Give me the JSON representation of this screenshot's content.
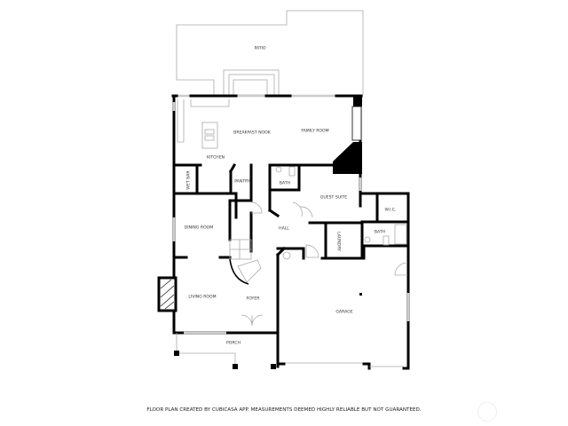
{
  "rooms": {
    "patio": "PATIO",
    "breakfast_nook": "BREAKFAST NOOK",
    "family_room": "FAMILY ROOM",
    "kitchen": "KITCHEN",
    "wet_bar": "WET BAR",
    "pantry": "PANTRY",
    "bath_upper": "BATH",
    "guest_suite": "GUEST SUITE",
    "wic": "W.I.C.",
    "dining_room": "DINING ROOM",
    "hall": "HALL",
    "laundry": "LAUNDRY",
    "bath_lower": "BATH",
    "living_room": "LIVING ROOM",
    "foyer": "FOYER",
    "garage": "GARAGE",
    "porch": "PORCH"
  },
  "footer": "FLOOR PLAN CREATED BY CUBICASA APP. MEASUREMENTS DEEMED HIGHLY RELIABLE BUT NOT GUARANTEED.",
  "colors": {
    "wall": "#000000",
    "window": "#cccccc",
    "background": "#ffffff"
  }
}
